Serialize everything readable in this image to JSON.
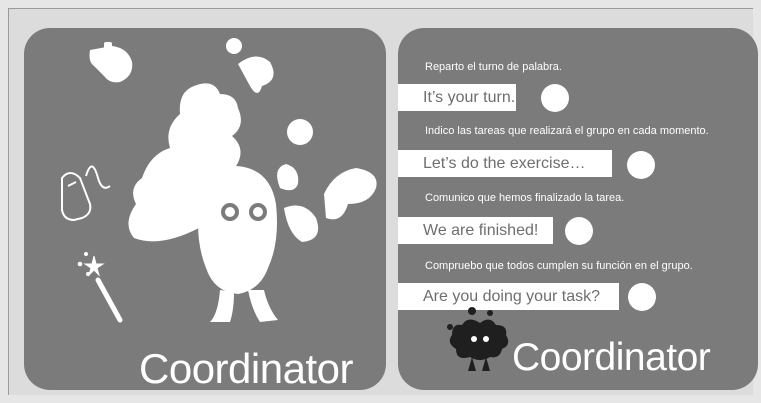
{
  "card_title": "Coordinator",
  "roles": [
    {
      "caption": "Reparto el turno de palabra.",
      "phrase": "It’s your turn."
    },
    {
      "caption": "Indico las tareas que realizará el grupo en cada momento.",
      "phrase": "Let’s do the exercise…"
    },
    {
      "caption": "Comunico que hemos finalizado la tarea.",
      "phrase": "We are finished!"
    },
    {
      "caption": "Compruebo que todos cumplen su función en el grupo.",
      "phrase": "Are you doing your task?"
    }
  ],
  "icons": [
    "whistle-icon",
    "computer-mouse-icon",
    "magic-wand-icon",
    "mascot-character-icon"
  ],
  "colors": {
    "card": "#7b7b7b",
    "ink": "#ffffff",
    "background": "#e6e6e6"
  }
}
